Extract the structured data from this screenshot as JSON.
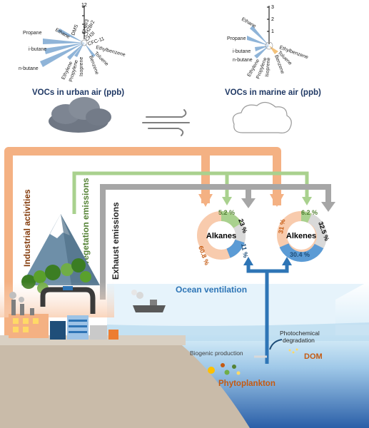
{
  "urban_chart": {
    "title": "VOCs in urban air (ppb)",
    "axis_max": 12,
    "labels": [
      "Ethane",
      "Propane",
      "i-butane",
      "n-butane",
      "Ethylene",
      "Propylene",
      "Isoprene",
      "Benzene",
      "Toluene",
      "Ethylbenzene",
      "CFC-11",
      "CH3I",
      "CH2Br2",
      "CHBr3",
      "DMS"
    ]
  },
  "marine_chart": {
    "title": "VOCs in marine air (ppb)",
    "axis_ticks": [
      "1",
      "2",
      "3"
    ],
    "labels": [
      "Ethane",
      "Propane",
      "i-butane",
      "n-butane",
      "Ethylene",
      "Propylene",
      "Isoprene",
      "Benzene",
      "Toluene",
      "Ethylbenzene"
    ]
  },
  "sources": {
    "industrial": "Industrial activities",
    "vegetation": "Vegetation emissions",
    "exhaust": "Exhaust emissions"
  },
  "alkanes": {
    "label": "Alkanes",
    "industrial_pct": "60.8 %",
    "vegetation_pct": "5.2 %",
    "exhaust_pct": "23 %",
    "ocean_pct": "11 %"
  },
  "alkenes": {
    "label": "Alkenes",
    "industrial_pct": "31 %",
    "vegetation_pct": "6.2 %",
    "exhaust_pct": "32.5 %",
    "ocean_pct": "30.4 %"
  },
  "ocean": {
    "ventilation": "Ocean ventilation",
    "photochemical_1": "Photochemical",
    "photochemical_2": "degradation",
    "dom": "DOM",
    "biogenic": "Biogenic production",
    "phytoplankton": "Phytoplankton"
  },
  "colors": {
    "industrial": "#f4b183",
    "vegetation": "#a9d18e",
    "exhaust": "#a6a6a6",
    "ocean": "#2e75b6",
    "dark_blue": "#1f4e79",
    "phyto": "#c55a11"
  }
}
